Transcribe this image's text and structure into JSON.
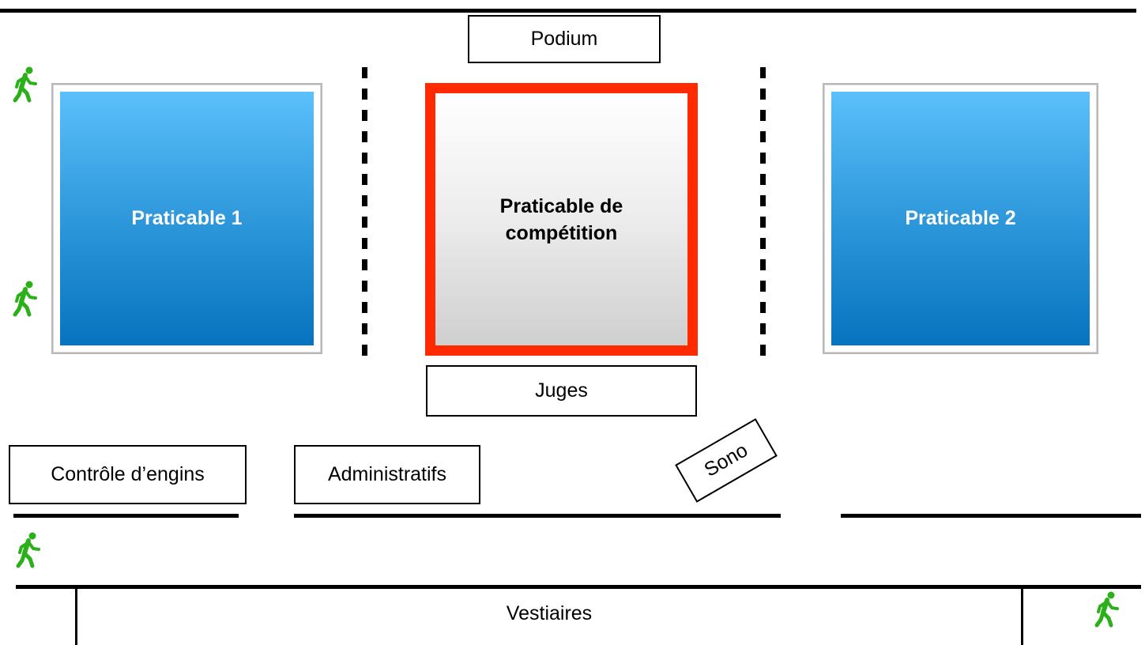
{
  "labels": {
    "podium": "Podium",
    "praticable_1": "Praticable 1",
    "praticable_competition": "Praticable de compétition",
    "praticable_2": "Praticable 2",
    "juges": "Juges",
    "controle_engins": "Contrôle d’engins",
    "administratifs": "Administratifs",
    "sono": "Sono",
    "vestiaires": "Vestiaires"
  },
  "colors": {
    "walker": "#2bb01a",
    "competition_border": "#ff2a00",
    "mat_top": "#5bc0fb",
    "mat_bottom": "#0673bf"
  },
  "icons": {
    "walker": "pedestrian-icon"
  }
}
